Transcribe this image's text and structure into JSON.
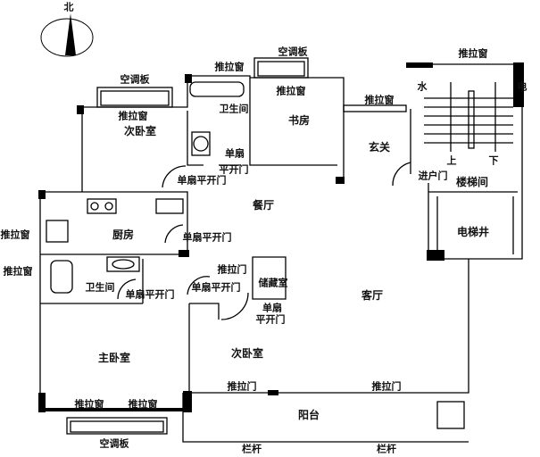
{
  "compass": {
    "label": "北"
  },
  "rooms": {
    "bedroom2_north": "次卧室",
    "bath_north": "卫生间",
    "study": "书房",
    "foyer": "玄关",
    "stairwell": "楼梯间",
    "elevator": "电梯井",
    "water": "水",
    "electric": "电",
    "dining": "餐厅",
    "kitchen": "厨房",
    "bath_west": "卫生间",
    "storage": "储藏室",
    "living": "客厅",
    "master": "主卧室",
    "bedroom2_south": "次卧室",
    "balcony": "阳台"
  },
  "labels": {
    "ac_nw": "空调板",
    "ac_n": "空调板",
    "ac_s": "空调板",
    "win_bed2": "推拉窗",
    "win_bath": "推拉窗",
    "win_study": "推拉窗",
    "win_foyer": "推拉窗",
    "win_stair": "推拉窗",
    "win_kitchen": "推拉窗",
    "win_bathw": "推拉窗",
    "win_master1": "推拉窗",
    "win_master2": "推拉窗",
    "door_bath_a": "单扇",
    "door_bath_b": "平开门",
    "door_bed2": "单扇平开门",
    "door_kitchen": "单扇平开门",
    "door_bathw": "单扇平开门",
    "door_master": "单扇平开门",
    "slide_storage": "推拉门",
    "door_bed2s_a": "单扇",
    "door_bed2s_b": "平开门",
    "entry": "进户门",
    "stair_up": "上",
    "stair_down": "下",
    "slide_bed2s": "推拉门",
    "slide_living": "推拉门",
    "rail1": "栏杆",
    "rail2": "栏杆"
  }
}
